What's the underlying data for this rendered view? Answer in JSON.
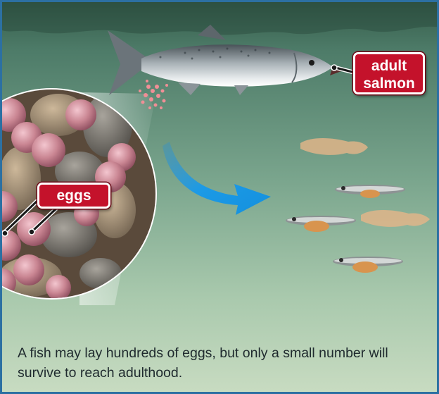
{
  "labels": {
    "salmon_line1": "adult",
    "salmon_line2": "salmon",
    "eggs": "eggs"
  },
  "caption": "A fish may lay hundreds of eggs, but only a small number will survive to reach adulthood.",
  "colors": {
    "border": "#2c70a2",
    "label_fill": "#c4122b",
    "label_text": "#ffffff",
    "arrow": "#1f9be0",
    "water_top": "#3f6e58",
    "water_bottom": "#c6dcc0"
  }
}
